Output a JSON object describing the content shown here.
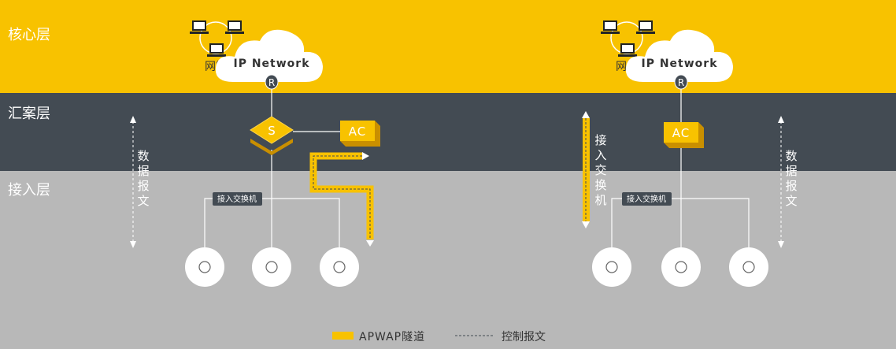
{
  "layers": {
    "core": "核心层",
    "aggregation": "汇案层",
    "access": "接入层"
  },
  "left": {
    "nms_label": "网管",
    "network_label": "IP Network",
    "router_label": "R",
    "switch_label": "S",
    "ac_label": "AC",
    "access_switch_label": "接入交换机",
    "data_packet_label": "数\n据\n报\n文"
  },
  "right": {
    "nms_label": "网管",
    "network_label": "IP Network",
    "router_label": "R",
    "ac_label": "AC",
    "access_switch_label": "接入交换机",
    "vertical_access_switch_label": "接\n入\n交\n换\n机",
    "data_packet_label": "数\n据\n报\n文"
  },
  "legend": {
    "tunnel_label": "APWAP隧道",
    "control_label": "控制报文"
  },
  "colors": {
    "core_band": "#f8c200",
    "aggregation_band": "#434b53",
    "access_band": "#b8b8b8",
    "accent_yellow": "#f8c200",
    "dark": "#434b53"
  }
}
